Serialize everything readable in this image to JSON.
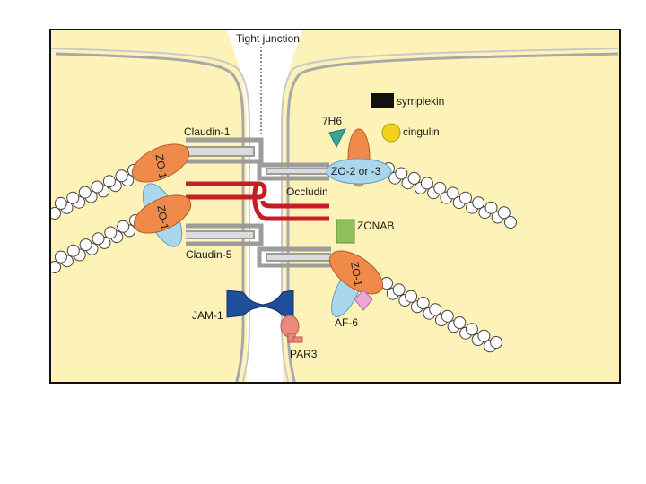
{
  "labels": {
    "tight_junction": "Tight junction",
    "symplekin": "symplekin",
    "th6": "7H6",
    "cingulin": "cingulin",
    "claudin1": "Claudin-1",
    "zo2_or_3": "ZO-2 or -3",
    "occludin": "Occludin",
    "zonab": "ZONAB",
    "claudin5": "Claudin-5",
    "jam1": "JAM-1",
    "af6": "AF-6",
    "par3": "PAR3",
    "zo1": "ZO-1"
  },
  "colors": {
    "cytoplasm": "#fdf3b8",
    "gap": "#ffffff",
    "membrane": "#b9b9b9",
    "zo_orange": "#ef8a4a",
    "zo_blue": "#a9d7ec",
    "occludin_red": "#c81d25",
    "claudin_grey": "#9c9c9c",
    "jam_blue": "#1f4e9a",
    "par3_pink": "#e98a7c",
    "af6_pink": "#f0a6d6",
    "zonab_green": "#8fbf5a",
    "th6_teal": "#3aa59a",
    "cingulin_yellow": "#f1d21b",
    "symplekin_black": "#111111"
  }
}
